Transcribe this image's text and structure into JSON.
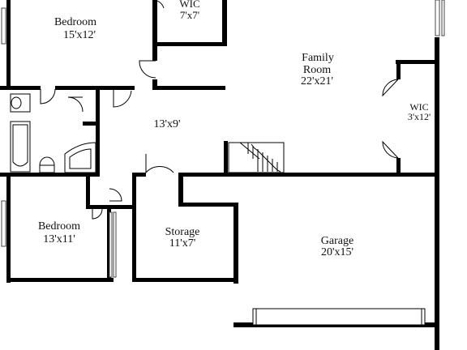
{
  "rooms": {
    "bedroom_top": {
      "name": "Bedroom",
      "dims": "15'x12'"
    },
    "wic_top": {
      "name": "WIC",
      "dims": "7'x7'"
    },
    "family_room": {
      "name_line1": "Family",
      "name_line2": "Room",
      "dims": "22'x21'"
    },
    "wic_right": {
      "name": "WIC",
      "dims": "3'x12'"
    },
    "hall": {
      "dims": "13'x9'"
    },
    "bedroom_bottom": {
      "name": "Bedroom",
      "dims": "13'x11'"
    },
    "storage": {
      "name": "Storage",
      "dims": "11'x7'"
    },
    "garage": {
      "name": "Garage",
      "dims": "20'x15'"
    }
  },
  "colors": {
    "wall": "#000000",
    "background": "#ffffff",
    "text": "#111111"
  }
}
